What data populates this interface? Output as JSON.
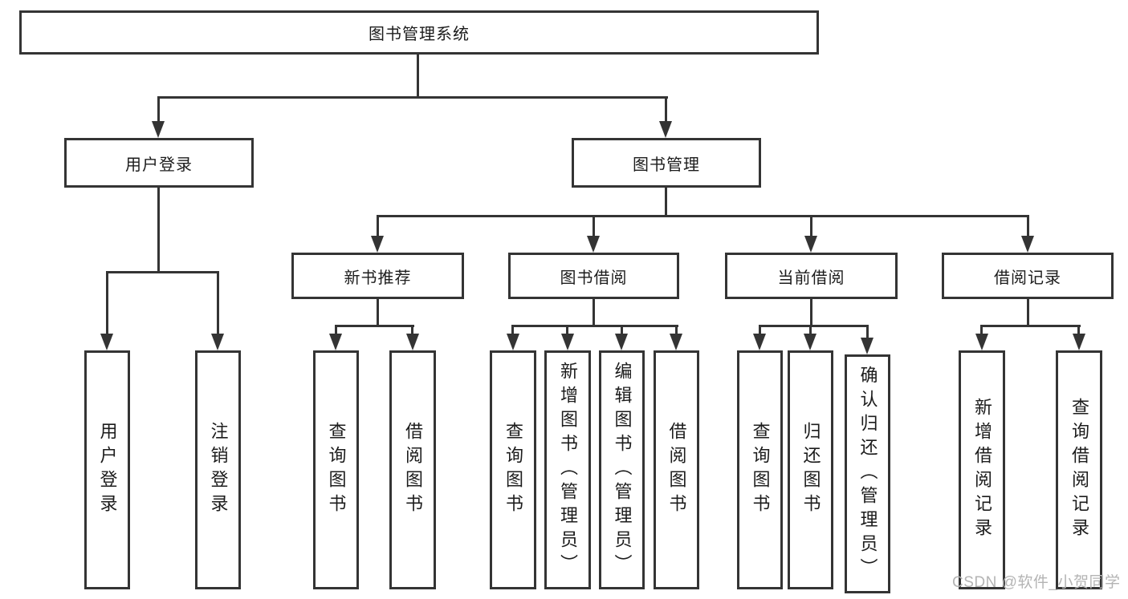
{
  "diagram": {
    "root": "图书管理系统",
    "level2": {
      "user_login": "用户登录",
      "book_mgmt": "图书管理"
    },
    "level3": {
      "new_books": "新书推荐",
      "book_borrow": "图书借阅",
      "current_borrow": "当前借阅",
      "borrow_records": "借阅记录"
    },
    "leaves": {
      "login": [
        "用户登录",
        "注销登录"
      ],
      "new_books": [
        "查询图书",
        "借阅图书"
      ],
      "book_borrow": [
        "查询图书",
        "新增图书（管理员）",
        "编辑图书（管理员）",
        "借阅图书"
      ],
      "current_borrow": [
        "查询图书",
        "归还图书",
        "确认归还（管理员）"
      ],
      "borrow_records": [
        "新增借阅记录",
        "查询借阅记录"
      ]
    }
  },
  "watermark": "CSDN @软件_小贺同学",
  "colors": {
    "line": "#343434",
    "text": "#1c1c1c",
    "watermark": "#b4b4b4"
  }
}
